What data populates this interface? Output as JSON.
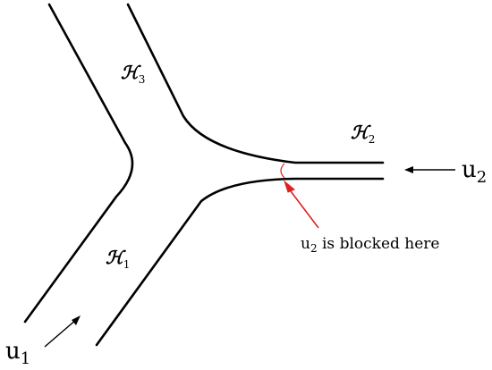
{
  "regions": [
    {
      "symbol": "ℋ",
      "index": "3"
    },
    {
      "symbol": "ℋ",
      "index": "2"
    },
    {
      "symbol": "ℋ",
      "index": "1"
    }
  ],
  "velocities": [
    {
      "base": "u",
      "index": "1"
    },
    {
      "base": "u",
      "index": "2"
    }
  ],
  "blocked_note": {
    "base": "u",
    "index": "2",
    "text": " is blocked here"
  },
  "colors": {
    "walls": "#000000",
    "blocked_marker": "#e02020"
  }
}
